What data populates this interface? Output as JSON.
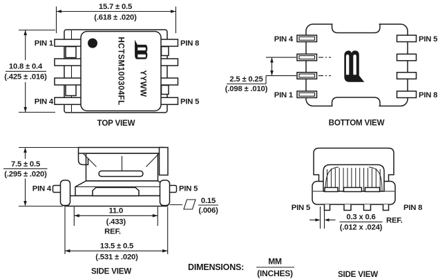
{
  "colors": {
    "line": "#1a1a1a",
    "background": "#ffffff"
  },
  "top_view": {
    "label": "TOP VIEW",
    "pin_top_left": "PIN 1",
    "pin_bottom_left": "PIN 4",
    "pin_top_right": "PIN 8",
    "pin_bottom_right": "PIN 5",
    "part_number": "HCTSM100304FL",
    "date_code": "YYWW",
    "logo": "B",
    "width_mm": "15.7 ± 0.5",
    "width_in": "(.618 ± .020)",
    "height_mm": "10.8 ± 0.4",
    "height_in": "(.425 ± .016)"
  },
  "bottom_view": {
    "label": "BOTTOM VIEW",
    "pin_top_left": "PIN 4",
    "pin_bottom_left": "PIN 1",
    "pin_top_right": "PIN 5",
    "pin_bottom_right": "PIN 8",
    "pitch_mm": "2.5 ± 0.25",
    "pitch_in": "(.098 ± .010)"
  },
  "side_view_front": {
    "label": "SIDE VIEW",
    "pin_left": "PIN 4",
    "pin_right": "PIN 5",
    "height_mm": "7.5 ± 0.5",
    "height_in": "(.295 ± .020)",
    "body_width_mm": "11.0",
    "body_width_in": "(.433)",
    "body_width_ref": "REF.",
    "lead_span_mm": "13.5 ± 0.5",
    "lead_span_in": "(.531 ± .020)",
    "coplanarity_mm": "0.15",
    "coplanarity_in": "(.006)"
  },
  "side_view_end": {
    "label": "SIDE VIEW",
    "pin_left": "PIN 5",
    "pin_right": "PIN 8",
    "lead_mm": "0.3 x 0.6",
    "lead_in": "(.012 x .024)",
    "lead_ref": "REF."
  },
  "footer": {
    "dimensions_label": "DIMENSIONS:",
    "units_mm": "MM",
    "units_inches": "(INCHES)"
  }
}
